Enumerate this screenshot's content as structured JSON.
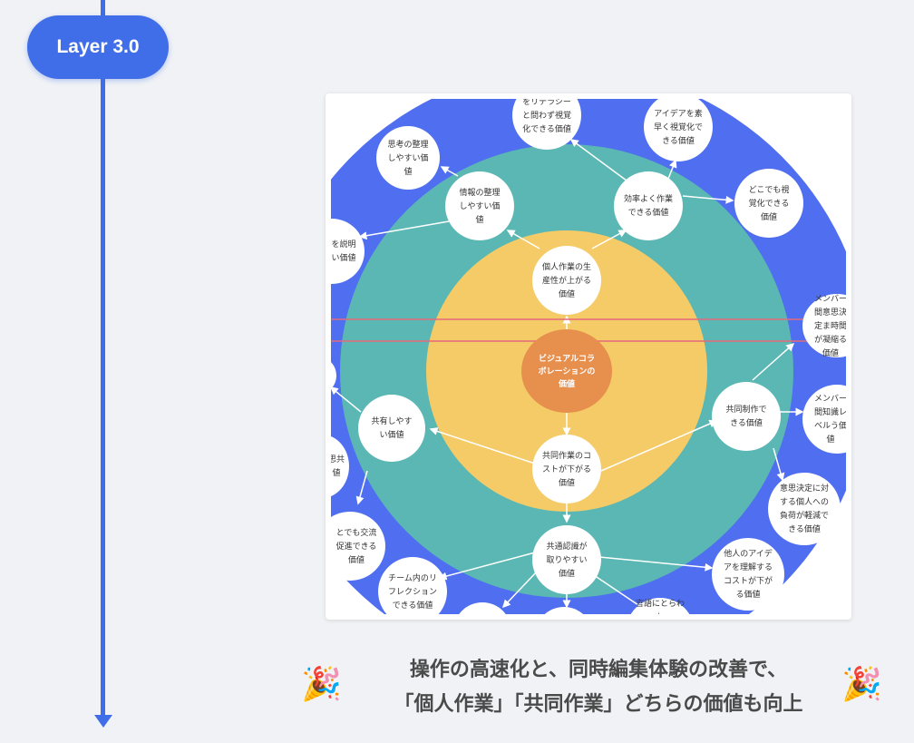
{
  "timeline": {
    "layer_label": "Layer 3.0"
  },
  "colors": {
    "accent": "#3f6ee8",
    "ring_outer": "#4f6ef0",
    "ring_middle": "#5ab7b3",
    "ring_inner": "#f5cb68",
    "core": "#e78f4d",
    "red_line": "#e46a7a"
  },
  "diagram": {
    "center": "ビジュアルコラボレーションの価値",
    "nodes": {
      "personal": "個人作業の生産性が上がる価値",
      "joint": "共同作業のコストが下がる価値",
      "info": "情報の整理しやすい価値",
      "efficient": "効率よく作業できる価値",
      "share": "共有しやすい価値",
      "cowork": "共同制作できる価値",
      "common": "共通認識が取りやすい価値",
      "thought": "思考の整理しやすい価値",
      "remote": "をリテラシーと問わず視覚化できる価値",
      "quickidea": "アイデアを素早く視覚化できる価値",
      "anywhere": "どこでも視覚化できる価値",
      "explain": "を説明い価値",
      "member1": "メンバー間意思決定ま時間が凝縮る価値",
      "member2": "メンバー間知識レベルう価値",
      "decision": "意思決定に対する個人への負荷が軽減できる価値",
      "others": "他人のアイデアを理解するコストが下がる価値",
      "words": "言語にとらわれ",
      "reflection": "チーム内のリフレクションできる価値",
      "exchange": "とでも交流促進できる価値",
      "leftmid": "思共値"
    }
  },
  "caption": {
    "line1": "操作の高速化と、同時編集体験の改善で、",
    "line2": "「個人作業」「共同作業」どちらの価値も向上",
    "emoji_left": "🎉",
    "emoji_right": "🎉"
  }
}
